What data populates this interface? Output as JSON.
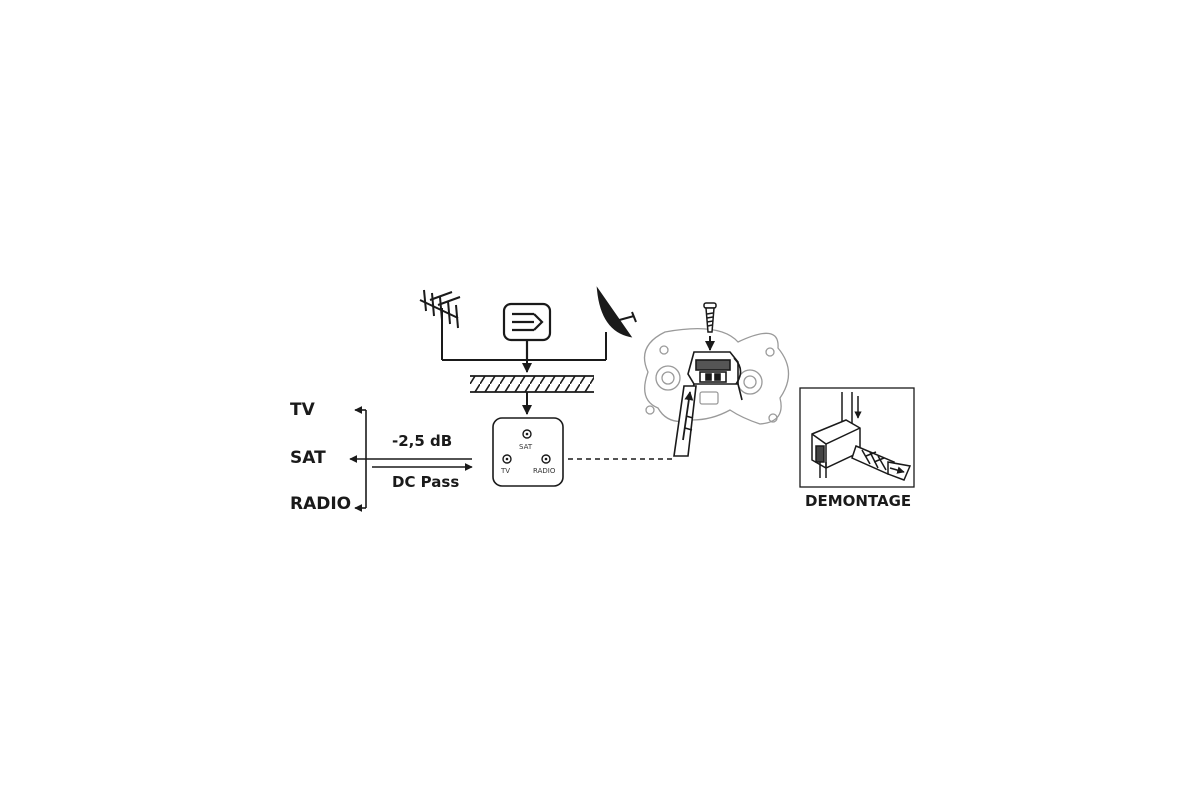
{
  "outputs": {
    "tv": "TV",
    "sat": "SAT",
    "radio": "RADIO"
  },
  "signal": {
    "attenuation": "-2,5 dB",
    "dc_pass": "DC Pass"
  },
  "socket": {
    "sat": "SAT",
    "tv": "TV",
    "radio": "RADIO"
  },
  "demontage": {
    "label": "DEMONTAGE"
  },
  "icons": [
    "yagi-antenna-icon",
    "dab-antenna-icon",
    "satellite-dish-icon",
    "screw-icon",
    "wall-socket-icon",
    "coax-cable-icon"
  ]
}
